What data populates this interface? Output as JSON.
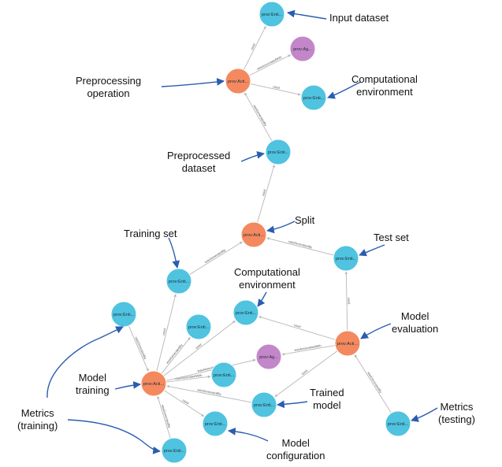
{
  "colors": {
    "entity": "#4fc3df",
    "activity": "#f4895f",
    "agent": "#c386c8",
    "edge": "#b7b7b7",
    "arrow": "#2a5db0"
  },
  "labels": {
    "entity": "prov:Enti...",
    "activity": "prov:Acti...",
    "agent": "prov:Ag..."
  },
  "edges": {
    "used": "used",
    "wasGeneratedBy": "wasGeneratedBy",
    "wasAssociatedWith": "wasAssociatedWith"
  },
  "annotations": {
    "input_dataset": "Input dataset",
    "preprocessing_operation": [
      "Preprocessing",
      "operation"
    ],
    "computational_environment_top": [
      "Computational",
      "environment"
    ],
    "preprocessed_dataset": [
      "Preprocessed",
      "dataset"
    ],
    "split": "Split",
    "training_set": "Training set",
    "test_set": "Test set",
    "computational_environment_mid": [
      "Computational",
      "environment"
    ],
    "model_evaluation": [
      "Model",
      "evaluation"
    ],
    "model_training": [
      "Model",
      "training"
    ],
    "trained_model": [
      "Trained",
      "model"
    ],
    "metrics_training": [
      "Metrics",
      "(training)"
    ],
    "metrics_testing": [
      "Metrics",
      "(testing)"
    ],
    "model_configuration": [
      "Model",
      "configuration"
    ]
  }
}
